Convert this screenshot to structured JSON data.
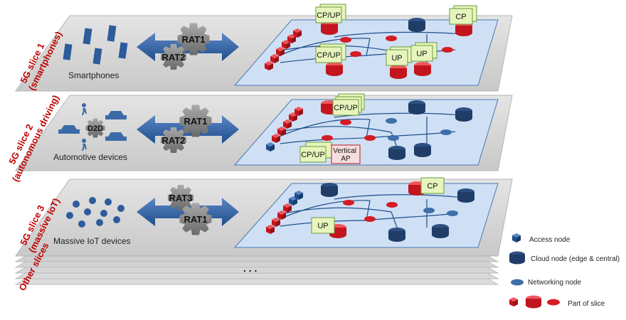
{
  "slices": [
    {
      "title_line1": "5G slice 1",
      "title_line2": "(smartphones)",
      "devices_label": "Smartphones",
      "rat_top": "RAT1",
      "rat_bottom": "RAT2",
      "functions": [
        "CP/UP",
        "CP",
        "CP/UP",
        "UP",
        "UP"
      ]
    },
    {
      "title_line1": "5G slice 2",
      "title_line2": "(autonomous driving)",
      "devices_label": "Automotive devices",
      "d2d_label": "D2D",
      "rat_top": "RAT1",
      "rat_bottom": "RAT2",
      "functions": [
        "CP/UP",
        "CP/UP"
      ],
      "vertical_ap_line1": "Vertical",
      "vertical_ap_line2": "AP"
    },
    {
      "title_line1": "5G slice 3",
      "title_line2": "(massive IoT)",
      "devices_label": "Massive IoT devices",
      "rat_top": "RAT3",
      "rat_bottom": "RAT1",
      "functions": [
        "CP",
        "UP"
      ]
    }
  ],
  "other_slices_label": "Other slices",
  "ellipsis": ". . .",
  "legend": {
    "access_node": "Access node",
    "cloud_node": "Cloud node (edge & central)",
    "networking_node": "Networking node",
    "part_of_slice": "Part of slice"
  },
  "colors": {
    "slice_title": "#c00000",
    "access_node": "#1f4e8c",
    "cloud_node": "#1f3d66",
    "networking_node": "#3f6fa8",
    "slice_member": "#d41c24",
    "function_box": "#e7f5bd",
    "network_panel": "#cfe0f5",
    "plate": "#d3d3d3"
  }
}
